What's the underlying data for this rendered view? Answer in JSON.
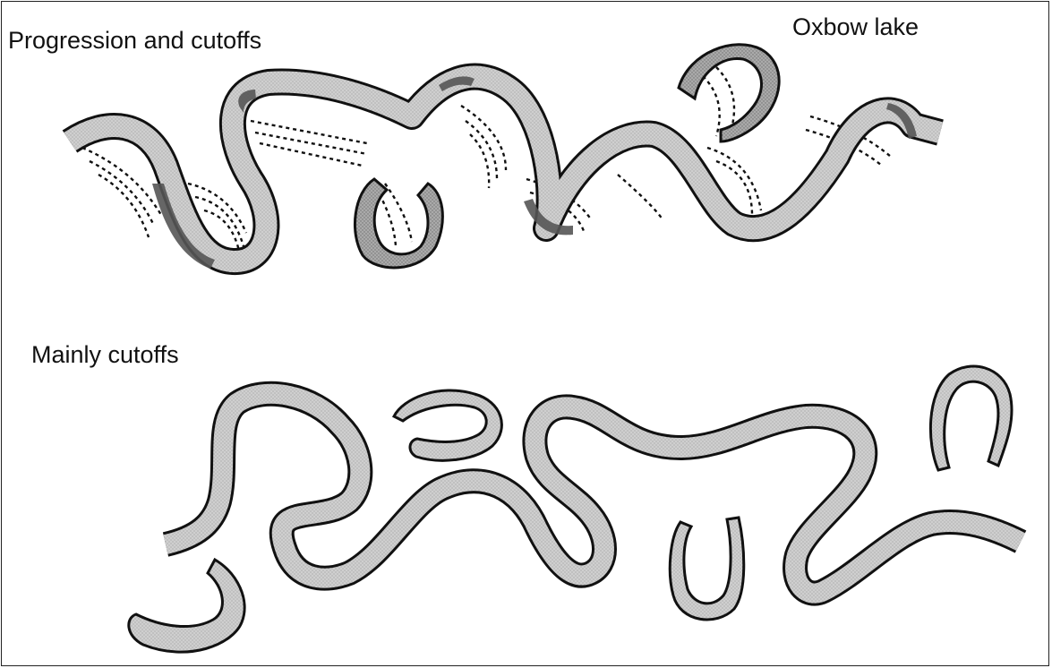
{
  "labels": {
    "progression": "Progression and cutoffs",
    "oxbow": "Oxbow lake",
    "cutoffs": "Mainly cutoffs"
  },
  "colors": {
    "channel_fill": "#c8c8c8",
    "oxbow_fill": "#a9a9a9",
    "outline": "#111111",
    "point_bar_dots": "#111111",
    "deposit_shade": "#555555"
  }
}
